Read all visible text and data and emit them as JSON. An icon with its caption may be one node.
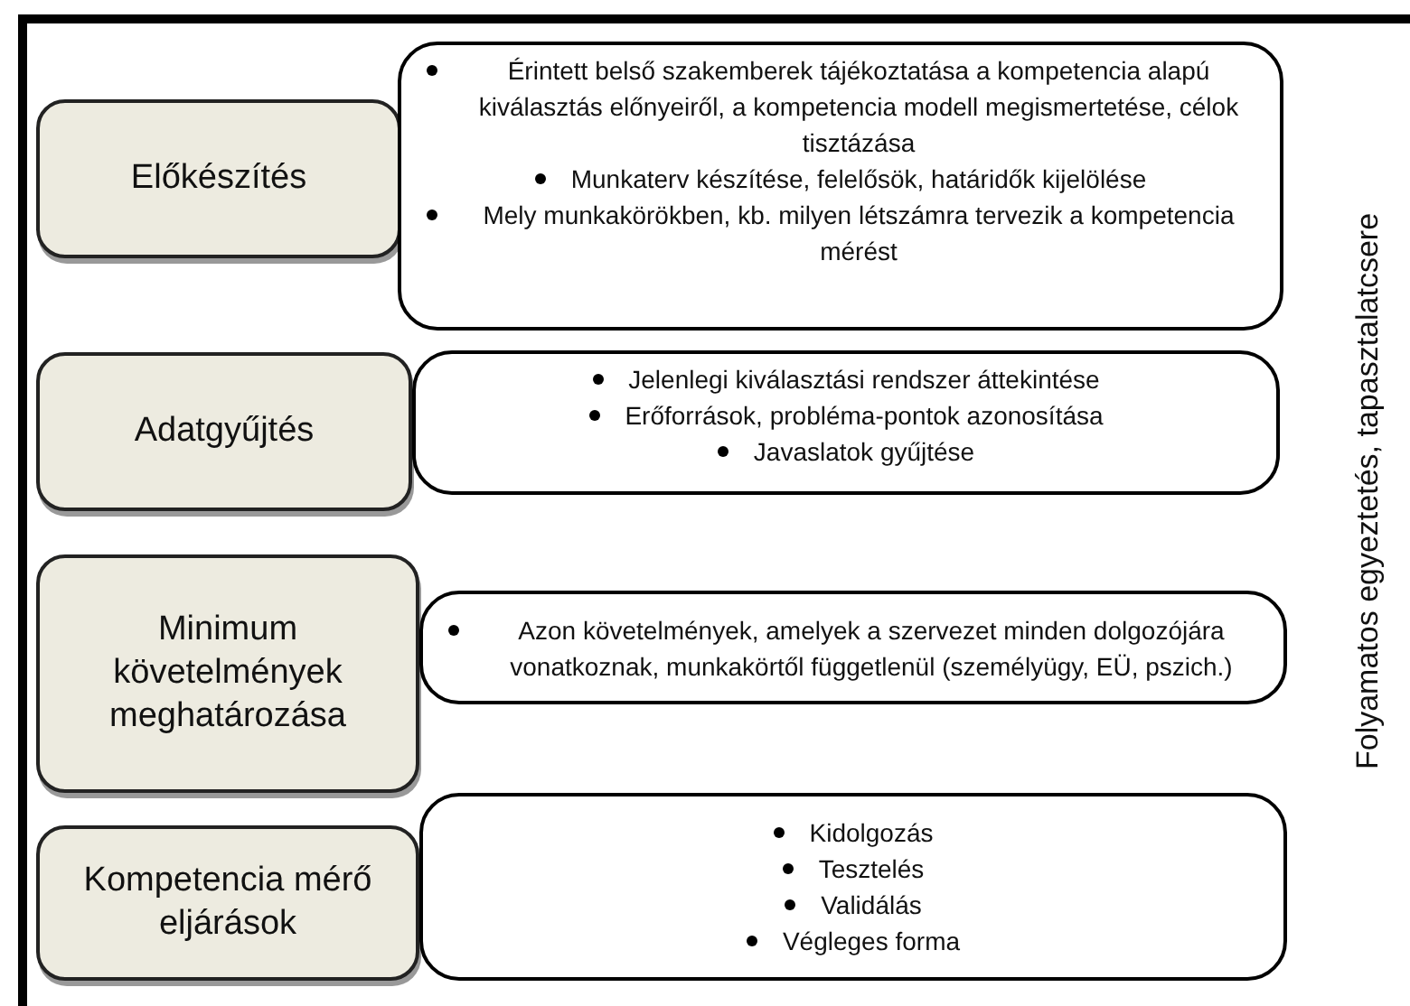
{
  "diagram": {
    "nodes": [
      {
        "text": [
          "Előkészítés"
        ]
      },
      {
        "text": [
          "Érintett belső szakemberek tájékoztatása a kompetencia alapú kiválasztás előnyeiről, a kompetencia modell megismertetése, célok tisztázása",
          "Munkaterv készítése, felelősök, határidők kijelölése",
          "Mely munkakörökben, kb. milyen létszámra tervezik a kompetencia mérést"
        ]
      },
      {
        "text": [
          "Adatgyűjtés"
        ]
      },
      {
        "text": [
          "Jelenlegi kiválasztási rendszer áttekintése",
          "Erőforrások, probléma-pontok azonosítása",
          "Javaslatok gyűjtése"
        ]
      },
      {
        "text": [
          "Minimum követelmények meghatározása"
        ]
      },
      {
        "text": [
          "Azon követelmények, amelyek a szervezet minden dolgozójára vonatkoznak, munkakörtől függetlenül (személyügy, EÜ, pszich.)"
        ]
      },
      {
        "text": [
          "Kompetencia mérő eljárások"
        ]
      },
      {
        "text": [
          "Kidolgozás",
          "Tesztelés",
          "Validálás",
          "Végleges forma"
        ]
      }
    ],
    "labels": [
      "Folyamatos egyeztetés, tapasztalatcsere"
    ]
  }
}
